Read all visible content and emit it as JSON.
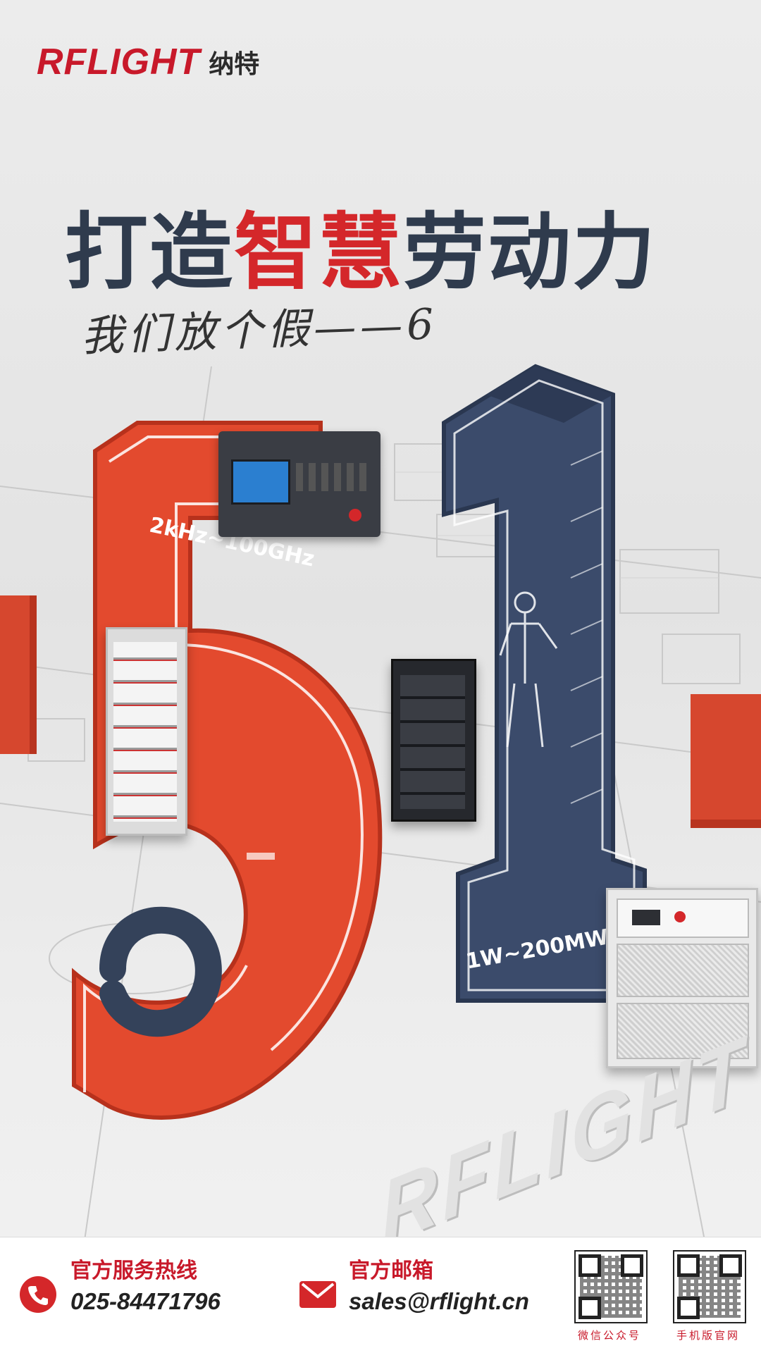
{
  "brand": {
    "name_en": "RFLIGHT",
    "name_cn": "纳特"
  },
  "headline": {
    "part1": "打造",
    "part2": "智慧",
    "part3": "劳动力"
  },
  "subline": "我们放个假——6",
  "specs": {
    "frequency": "2kHz~100GHz",
    "power": "1W~200MW"
  },
  "watermark": "RFLIGHT",
  "footer": {
    "hotline_title": "官方服务热线",
    "hotline_value": "025-84471796",
    "email_title": "官方邮箱",
    "email_value": "sales@rflight.cn",
    "qr1_caption": "微信公众号",
    "qr2_caption": "手机版官网"
  },
  "colors": {
    "brand_red": "#d4272a",
    "navy": "#3a4a68",
    "dark_text": "#2f3b4d"
  },
  "icons": [
    "phone-icon",
    "mail-icon",
    "qr-code-icon"
  ]
}
